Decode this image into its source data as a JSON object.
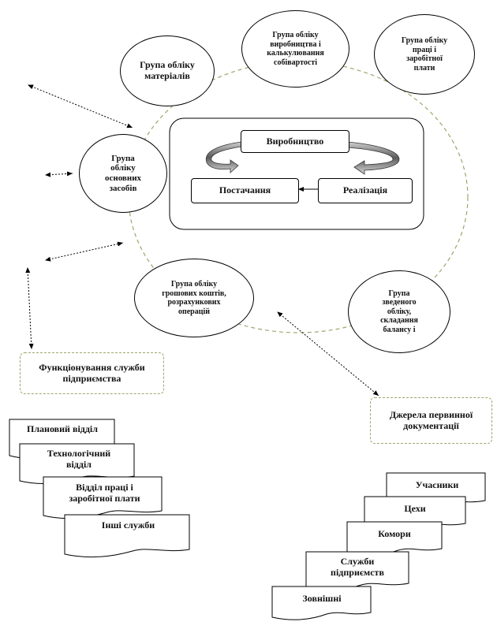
{
  "center": {
    "production": "Виробництво",
    "supply": "Постачання",
    "sales": "Реалізація"
  },
  "groups": {
    "materials": "Група обліку матеріалів",
    "production_costing": "Група обліку виробництва і калькулювання собівартості",
    "labor": "Група обліку праці і заробітної плати",
    "fixed_assets": "Група обліку основних засобів",
    "cash": "Група обліку грошових коштів, розрахункових операцій",
    "summary": "Група зведеного обліку, складання балансу і"
  },
  "boxes": {
    "enterprise_services": "Функціонування служби підприємства",
    "primary_sources": "Джерела первинної документації"
  },
  "left_docs": [
    "Плановий відділ",
    "Технологічний відділ",
    "Відділ праці і заробітної плати",
    "Інші служби"
  ],
  "right_docs": [
    "Учасники",
    "Цехи",
    "Комори",
    "Служби підприємств",
    "Зовнішні"
  ]
}
